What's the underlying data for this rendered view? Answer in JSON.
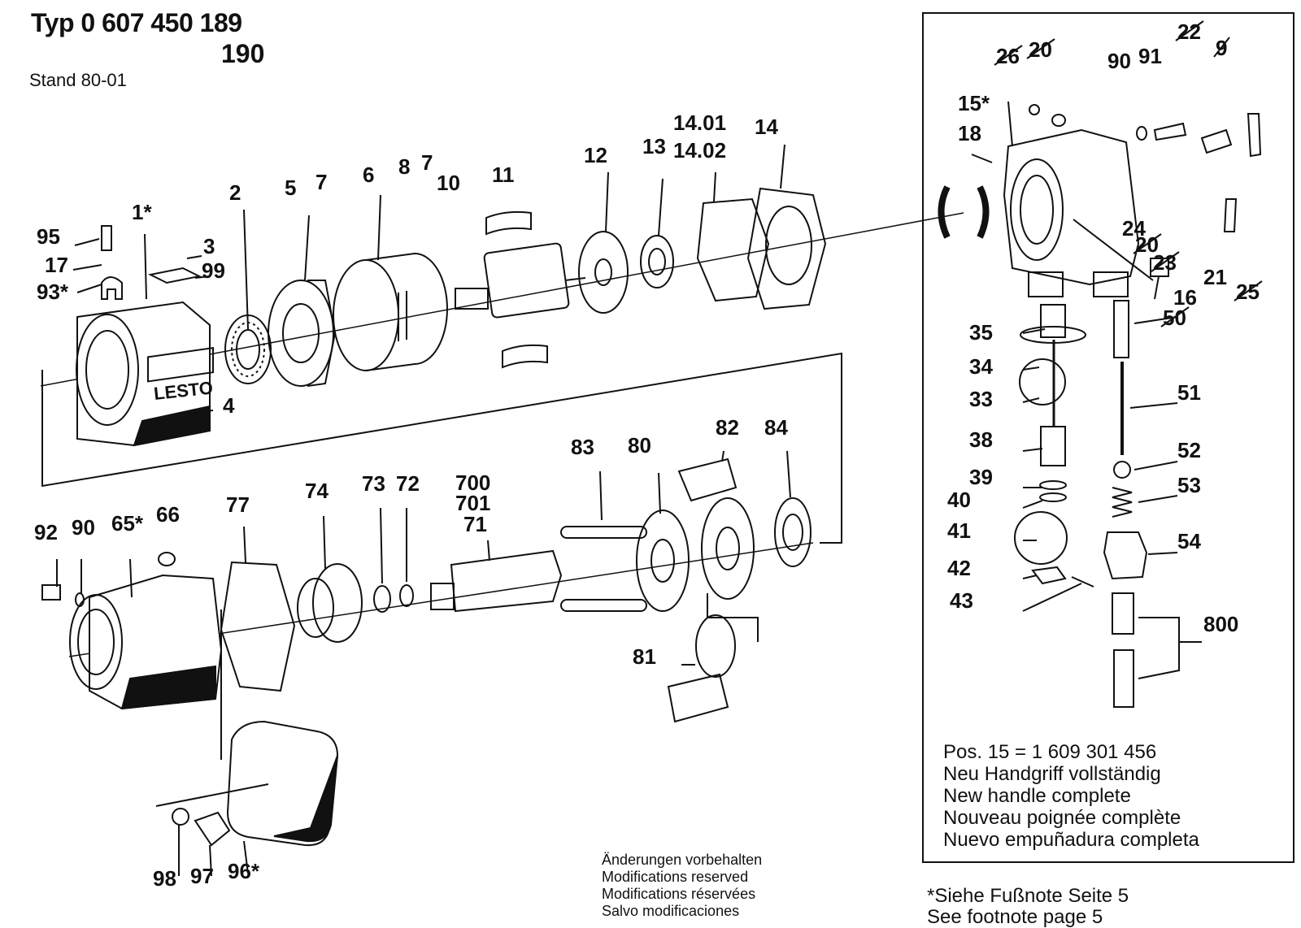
{
  "header": {
    "type_line": "Typ 0 607 450 189",
    "type_line2": "190",
    "stand": "Stand 80-01"
  },
  "inset_note": [
    "Pos. 15 = 1 609 301 456",
    "Neu Handgriff vollständig",
    "New handle complete",
    "Nouveau poignée complète",
    "Nuevo empuñadura completa"
  ],
  "modifications": [
    "Änderungen vorbehalten",
    "Modifications reserved",
    "Modifications réservées",
    "Salvo modificaciones"
  ],
  "footnote": [
    "*Siehe Fußnote Seite 5",
    "See footnote page 5"
  ],
  "brand_logo": "LESTO",
  "part_labels": [
    "95",
    "1*",
    "3",
    "17",
    "99",
    "93*",
    "2",
    "5",
    "7",
    "6",
    "8",
    "7",
    "10",
    "11",
    "12",
    "13",
    "14.01",
    "14.02",
    "14",
    "4",
    "92",
    "90",
    "65*",
    "66",
    "77",
    "74",
    "73",
    "72",
    "700",
    "701",
    "71",
    "83",
    "80",
    "82",
    "84",
    "81",
    "98",
    "97",
    "96*",
    "26",
    "20",
    "22",
    "9",
    "90",
    "91",
    "15*",
    "18",
    "24",
    "20",
    "23",
    "21",
    "25",
    "16",
    "50",
    "35",
    "34",
    "33",
    "51",
    "38",
    "52",
    "39",
    "40",
    "53",
    "41",
    "54",
    "42",
    "43",
    "800"
  ],
  "crossed_labels": [
    "26",
    "20",
    "22",
    "9",
    "20",
    "23",
    "25",
    "50"
  ]
}
